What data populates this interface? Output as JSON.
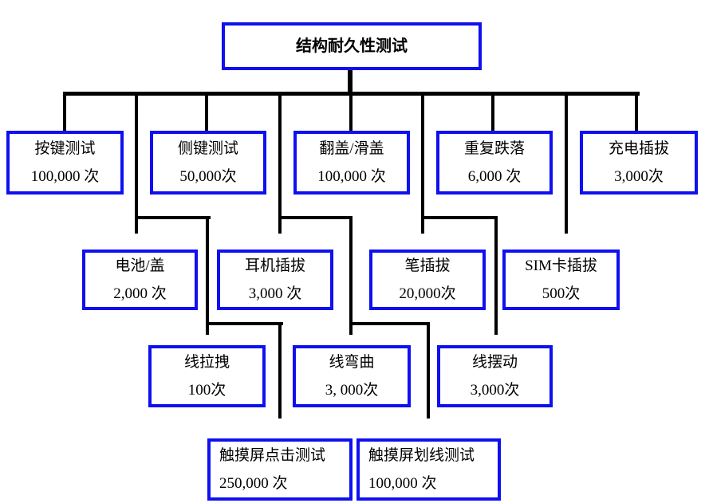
{
  "diagram": {
    "title": "结构耐久性测试",
    "colors": {
      "box_border": "#0f10f0",
      "line": "#000000",
      "background": "#ffffff",
      "text": "#000000"
    },
    "root": {
      "label": "结构耐久性测试"
    },
    "row1": [
      {
        "label": "按键测试",
        "count": "100,000 次"
      },
      {
        "label": "侧键测试",
        "count": "50,000次"
      },
      {
        "label": "翻盖/滑盖",
        "count": "100,000 次"
      },
      {
        "label": "重复跌落",
        "count": "6,000 次"
      },
      {
        "label": "充电插拔",
        "count": "3,000次"
      }
    ],
    "row2": [
      {
        "label": "电池/盖",
        "count": "2,000 次"
      },
      {
        "label": "耳机插拔",
        "count": "3,000 次"
      },
      {
        "label": "笔插拔",
        "count": "20,000次"
      },
      {
        "label": "SIM卡插拔",
        "count": "500次"
      }
    ],
    "row3": [
      {
        "label": "线拉拽",
        "count": "100次"
      },
      {
        "label": "线弯曲",
        "count": "3, 000次"
      },
      {
        "label": "线摆动",
        "count": "3,000次"
      }
    ],
    "row4": [
      {
        "label": "触摸屏点击测试",
        "count": "250,000 次"
      },
      {
        "label": "触摸屏划线测试",
        "count": "100,000 次"
      }
    ]
  }
}
